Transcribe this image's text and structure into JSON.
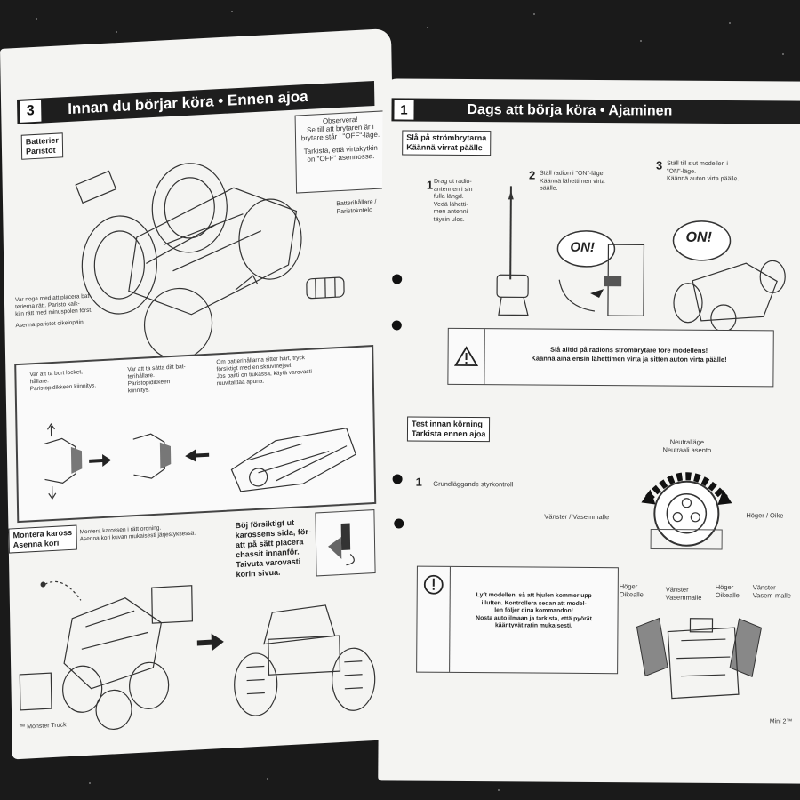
{
  "left_page": {
    "header": {
      "number": "3",
      "title": "Innan du börjar köra • Ennen ajoa"
    },
    "batteries_label": [
      "Batterier",
      "Paristot"
    ],
    "callout_top": [
      "Observera!",
      "Se till att brytaren är i",
      "brytare står i \"OFF\"-läge.",
      "Tarkista, että virtakytkin",
      "on \"OFF\" asennossa."
    ],
    "battery_holder_note": "Batterihållare / Paristokotelo",
    "left_note": [
      "Var noga med att placera bat-",
      "terierna rätt. Paristo kaik-",
      "kiin rätt med minuspolen först.",
      "Asenna paristot oikeinpäin."
    ],
    "steps_row": [
      {
        "text": [
          "Var att ta bort locket,",
          "hållare.",
          "Paristopidikkeen kiinnitys."
        ]
      },
      {
        "text": [
          "Var att ta sätta ditt bat-",
          "terihållare.",
          "Paristopidikkeen",
          "kiinnitys."
        ]
      },
      {
        "text": [
          "Om batterihållarna sitter hårt, tryck",
          "försiktigt med en skruvmejsel.",
          "Jos paitti on tiukassa, käytä varovasti",
          "ruuvitalttaa apuna."
        ]
      }
    ],
    "body_label": [
      "Montera kaross",
      "Asenna kori"
    ],
    "body_note": [
      "Montera karossen i rätt ordning.",
      "Asenna kori kuvan mukaisesti järjestyksessä."
    ],
    "body_instruction": [
      "Böj försiktigt ut",
      "karossens sida, för-",
      "att på sätt placera",
      "chassit innanför.",
      "Taivuta varovasti",
      "korin sivua."
    ],
    "footer": "™ Monster Truck"
  },
  "right_page": {
    "header": {
      "number": "1",
      "title": "Dags att börja köra • Ajaminen"
    },
    "switch_label": [
      "Slå på strömbrytarna",
      "Käännä virrat päälle"
    ],
    "step1": {
      "num": "1",
      "text": [
        "Drag ut radio-",
        "antennen i sin",
        "fulla längd.",
        "Vedä lähetti-",
        "men antenni",
        "täysin ulos."
      ]
    },
    "step2": {
      "num": "2",
      "text": [
        "Ställ radion i \"ON\"-läge.",
        "Käännä lähettimen virta",
        "päälle."
      ]
    },
    "step3": {
      "num": "3",
      "text": [
        "Ställ till slut modellen i",
        "\"ON\"-läge.",
        "Käännä auton virta päälle."
      ]
    },
    "on_bubble_1": "ON!",
    "on_bubble_2": "ON!",
    "warning": [
      "Slå alltid på radions strömbrytare före modellens!",
      "Käännä aina ensin lähettimen virta ja sitten auton virta päälle!"
    ],
    "test_label": [
      "Test innan körning",
      "Tarkista ennen ajoa"
    ],
    "neutral_label": [
      "Neutralläge",
      "Neutraali asento"
    ],
    "steer_item": {
      "num": "1",
      "text": "Grundläggande styrkontroll"
    },
    "left_dir": "Vänster / Vasemmalle",
    "right_dir": "Höger / Oike",
    "lift_note": [
      "Lyft modellen, så att hjulen kommer upp",
      "i luften. Kontrollera sedan att model-",
      "len följer dina kommandon!",
      "Nosta auto ilmaan ja tarkista, että pyörät",
      "kääntyvät ratin mukaisesti."
    ],
    "wheel_labels": [
      [
        "Höger",
        "Oikealle"
      ],
      [
        "Vänster",
        "Vasemmalle"
      ],
      [
        "Höger",
        "Oikealle"
      ],
      [
        "Vänster",
        "Vasem-malle"
      ]
    ],
    "footer": "Mini 2™"
  }
}
